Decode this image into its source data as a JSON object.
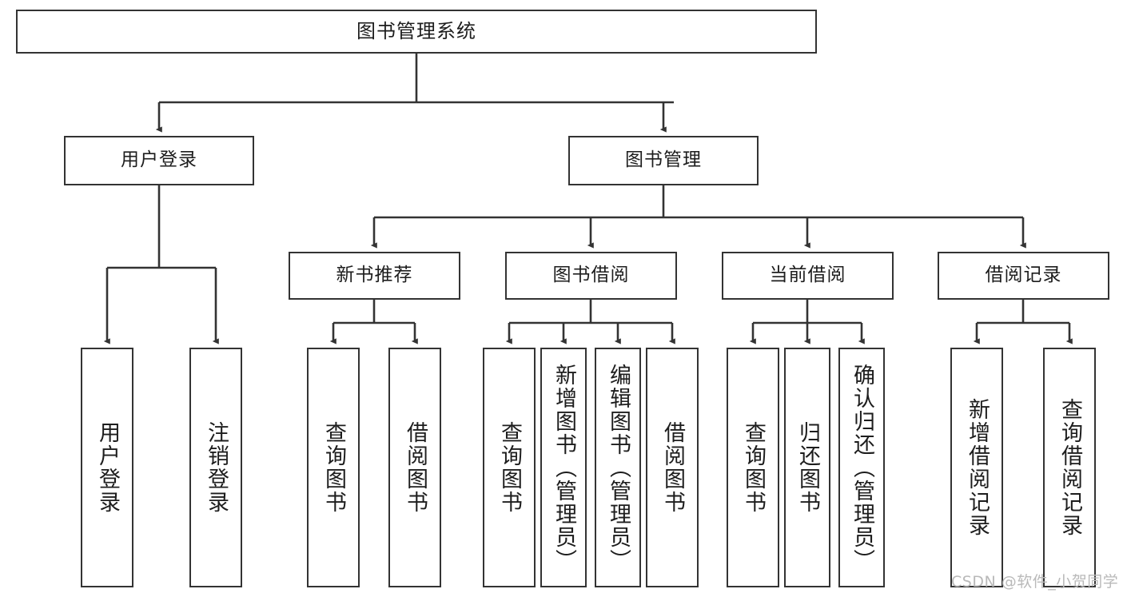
{
  "diagram": {
    "title": "图书管理系统",
    "watermark": "CSDN @软件_小贺同学",
    "line_color": "#333333",
    "box_fill": "#ffffff",
    "text_color": "#1d1d1d",
    "watermark_color": "#b9b9b9",
    "levels": {
      "root": {
        "label": "图书管理系统"
      },
      "level2": [
        {
          "id": "user-login",
          "label": "用户登录"
        },
        {
          "id": "book-manage",
          "label": "图书管理"
        }
      ],
      "level3": [
        {
          "id": "new-book-recommend",
          "label": "新书推荐"
        },
        {
          "id": "book-borrow",
          "label": "图书借阅"
        },
        {
          "id": "current-borrow",
          "label": "当前借阅"
        },
        {
          "id": "borrow-record",
          "label": "借阅记录"
        }
      ],
      "leaves": {
        "user_login": [
          {
            "id": "leaf-user-login",
            "label": "用户登录"
          },
          {
            "id": "leaf-logout-login",
            "label": "注销登录"
          }
        ],
        "new_book_recommend": [
          {
            "id": "leaf-query-book-1",
            "label": "查询图书"
          },
          {
            "id": "leaf-borrow-book-1",
            "label": "借阅图书"
          }
        ],
        "book_borrow": [
          {
            "id": "leaf-query-book-2",
            "label": "查询图书"
          },
          {
            "id": "leaf-add-book",
            "label": "新增图书（管理员）"
          },
          {
            "id": "leaf-edit-book",
            "label": "编辑图书（管理员）"
          },
          {
            "id": "leaf-borrow-book-2",
            "label": "借阅图书"
          }
        ],
        "current_borrow": [
          {
            "id": "leaf-query-book-3",
            "label": "查询图书"
          },
          {
            "id": "leaf-return-book",
            "label": "归还图书"
          },
          {
            "id": "leaf-confirm-return",
            "label": "确认归还（管理员）"
          }
        ],
        "borrow_record": [
          {
            "id": "leaf-add-record",
            "label": "新增借阅记录"
          },
          {
            "id": "leaf-query-record",
            "label": "查询借阅记录"
          }
        ]
      }
    }
  },
  "chart_data": {
    "type": "table",
    "title": "图书管理系统",
    "structure": "tree",
    "nodes": [
      {
        "level": 1,
        "label": "图书管理系统",
        "parent": null
      },
      {
        "level": 2,
        "label": "用户登录",
        "parent": "图书管理系统"
      },
      {
        "level": 2,
        "label": "图书管理",
        "parent": "图书管理系统"
      },
      {
        "level": 3,
        "label": "用户登录",
        "parent": "用户登录"
      },
      {
        "level": 3,
        "label": "注销登录",
        "parent": "用户登录"
      },
      {
        "level": 3,
        "label": "新书推荐",
        "parent": "图书管理"
      },
      {
        "level": 3,
        "label": "图书借阅",
        "parent": "图书管理"
      },
      {
        "level": 3,
        "label": "当前借阅",
        "parent": "图书管理"
      },
      {
        "level": 3,
        "label": "借阅记录",
        "parent": "图书管理"
      },
      {
        "level": 4,
        "label": "查询图书",
        "parent": "新书推荐"
      },
      {
        "level": 4,
        "label": "借阅图书",
        "parent": "新书推荐"
      },
      {
        "level": 4,
        "label": "查询图书",
        "parent": "图书借阅"
      },
      {
        "level": 4,
        "label": "新增图书（管理员）",
        "parent": "图书借阅"
      },
      {
        "level": 4,
        "label": "编辑图书（管理员）",
        "parent": "图书借阅"
      },
      {
        "level": 4,
        "label": "借阅图书",
        "parent": "图书借阅"
      },
      {
        "level": 4,
        "label": "查询图书",
        "parent": "当前借阅"
      },
      {
        "level": 4,
        "label": "归还图书",
        "parent": "当前借阅"
      },
      {
        "level": 4,
        "label": "确认归还（管理员）",
        "parent": "当前借阅"
      },
      {
        "level": 4,
        "label": "新增借阅记录",
        "parent": "借阅记录"
      },
      {
        "level": 4,
        "label": "查询借阅记录",
        "parent": "借阅记录"
      }
    ]
  }
}
